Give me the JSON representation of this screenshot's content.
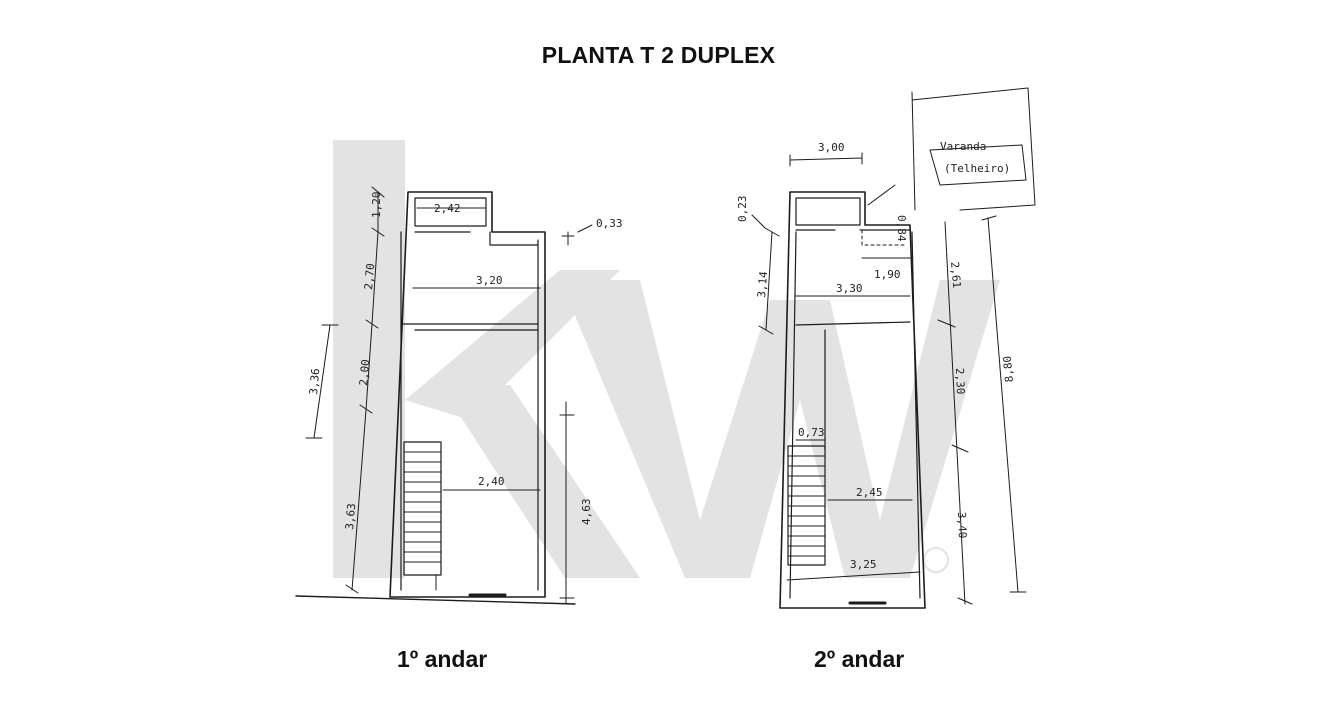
{
  "title": "PLANTA T 2 DUPLEX",
  "floors": [
    {
      "label": "1º andar",
      "dimensions": [
        "2,42",
        "0,33",
        "1,20",
        "2,70",
        "3,20",
        "3,36",
        "2,00",
        "2,40",
        "3,63",
        "4,63"
      ]
    },
    {
      "label": "2º andar",
      "dimensions": [
        "3,00",
        "Varanda",
        "(Telheiro)",
        "0,23",
        "0,84",
        "3,14",
        "1,90",
        "2,61",
        "3,30",
        "2,30",
        "8,80",
        "0,73",
        "2,45",
        "3,40",
        "3,25"
      ]
    }
  ],
  "watermark": "kw",
  "colors": {
    "ink": "#1c1c1c",
    "watermark": "#dcdcdc"
  }
}
